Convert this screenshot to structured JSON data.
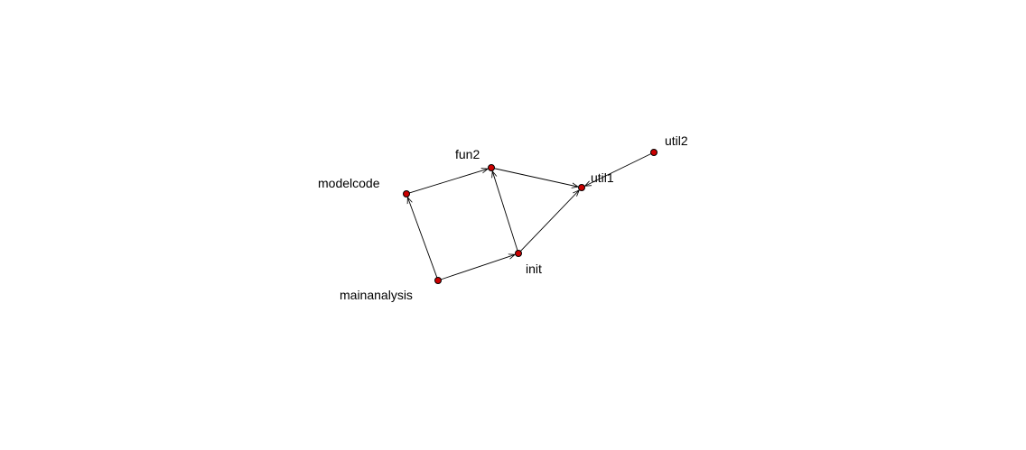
{
  "graph": {
    "node_color": "#cc0000",
    "edge_color": "#000000",
    "nodes": [
      {
        "id": "modelcode",
        "label": "modelcode"
      },
      {
        "id": "fun2",
        "label": "fun2"
      },
      {
        "id": "util1",
        "label": "util1"
      },
      {
        "id": "util2",
        "label": "util2"
      },
      {
        "id": "init",
        "label": "init"
      },
      {
        "id": "mainanalysis",
        "label": "mainanalysis"
      }
    ],
    "edges": [
      {
        "from": "mainanalysis",
        "to": "modelcode",
        "directed": true
      },
      {
        "from": "mainanalysis",
        "to": "init",
        "directed": true
      },
      {
        "from": "modelcode",
        "to": "fun2",
        "directed": true
      },
      {
        "from": "init",
        "to": "fun2",
        "directed": true
      },
      {
        "from": "fun2",
        "to": "util1",
        "directed": true
      },
      {
        "from": "init",
        "to": "util1",
        "directed": true
      },
      {
        "from": "util2",
        "to": "util1",
        "directed": true
      }
    ]
  }
}
